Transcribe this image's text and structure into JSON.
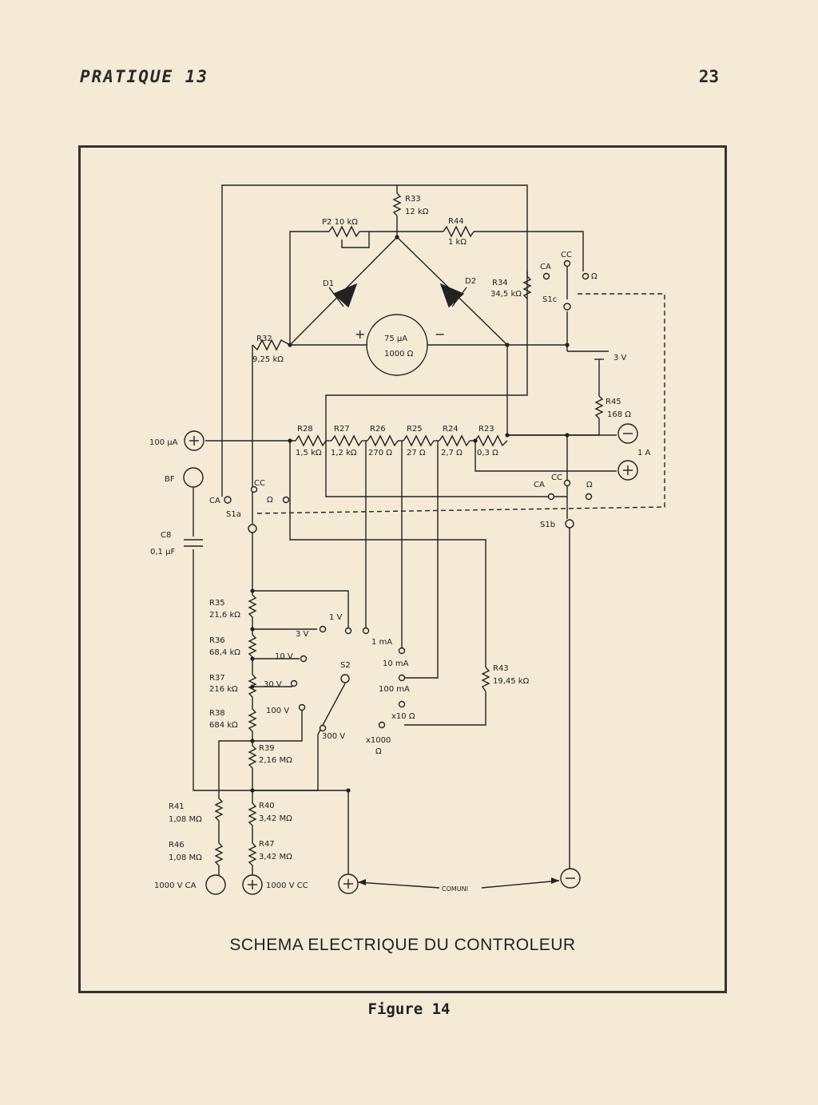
{
  "header": {
    "left": "PRATIQUE 13",
    "right": "23"
  },
  "labels": {
    "r33": "R33",
    "r33v": "12 kΩ",
    "p2": "P2  10 kΩ",
    "r44": "R44",
    "r44v": "1 kΩ",
    "d1": "D1",
    "d2": "D2",
    "r34": "R34",
    "r34v": "34,5 kΩ",
    "meter_a": "75  μA",
    "meter_b": "1000  Ω",
    "plus": "+",
    "minus": "−",
    "r32": "R32",
    "r32v": "9,25 kΩ",
    "bat": "3  V",
    "r45": "R45",
    "r45v": "168  Ω",
    "r28": "R28",
    "r28v": "1,5  kΩ",
    "r27": "R27",
    "r27v": "1,2  kΩ",
    "r26": "R26",
    "r26v": "270  Ω",
    "r25": "R25",
    "r25v": "27  Ω",
    "r24": "R24",
    "r24v": "2,7  Ω",
    "r23": "R23",
    "r23v": "0,3  Ω",
    "t100ua": "100  μA",
    "bf": "BF",
    "one_a": "1 A",
    "ca": "CA",
    "cc": "CC",
    "ohm": "Ω",
    "s1a": "S1a",
    "s1b": "S1b",
    "s1c": "S1c",
    "c8": "C8",
    "c8v": "0,1  μF",
    "r35": "R35",
    "r35v": "21,6 kΩ",
    "r36": "R36",
    "r36v": "68,4 kΩ",
    "r37": "R37",
    "r37v": "216  kΩ",
    "r38": "R38",
    "r38v": "684  kΩ",
    "r39": "R39",
    "r39v": "2,16  MΩ",
    "r40": "R40",
    "r40v": "3,42  MΩ",
    "r41": "R41",
    "r41v": "1,08  MΩ",
    "r46": "R46",
    "r46v": "1,08  MΩ",
    "r47": "R47",
    "r47v": "3,42  MΩ",
    "r43": "R43",
    "r43v": "19,45  kΩ",
    "v1": "1  V",
    "v3": "3  V",
    "v10": "10  V",
    "v30": "30  V",
    "v100": "100  V",
    "v300": "300 V",
    "ma1": "1  mA",
    "ma10": "10  mA",
    "ma100": "100  mA",
    "x10": "x10  Ω",
    "x1000a": "x1000",
    "x1000b": "Ω",
    "s2": "S2",
    "v1000ca": "1000  V CA",
    "v1000cc": "1000  V CC",
    "comuni": "COMUNI"
  },
  "caption": "SCHEMA ELECTRIQUE DU CONTROLEUR",
  "figure": "Figure 14"
}
